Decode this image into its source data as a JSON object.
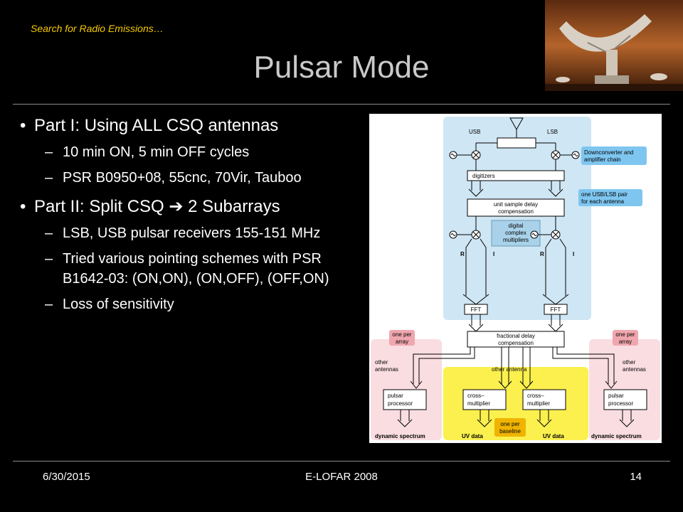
{
  "slide": {
    "kicker": "Search for Radio Emissions…",
    "title": "Pulsar Mode",
    "bullets": [
      {
        "text": "Part I: Using ALL CSQ antennas",
        "subs": [
          "10 min ON, 5 min OFF cycles",
          "PSR B0950+08, 55cnc, 70Vir, Tauboo"
        ]
      },
      {
        "text_before": "Part II: Split CSQ ",
        "arrow": "➔",
        "text_after": " 2 Subarrays",
        "subs": [
          "LSB, USB pulsar receivers 155-151 MHz",
          "Tried various pointing schemes with PSR B1642-03: (ON,ON), (ON,OFF), (OFF,ON)",
          "Loss of sensitivity"
        ]
      }
    ],
    "bullet_marker": "•",
    "dash_marker": "–"
  },
  "diagram": {
    "usb": "USB",
    "lsb": "LSB",
    "downconverter": [
      "Downconverter and",
      "amplifier chain"
    ],
    "digitizers": "digitizers",
    "usb_lsb_pair": [
      "one USB/LSB pair",
      "for each antenna"
    ],
    "delay_comp": [
      "unit sample delay",
      "compensation"
    ],
    "multipliers": [
      "digital",
      "complex",
      "multipliers"
    ],
    "r": "R",
    "i": "I",
    "fft": "FFT",
    "one_per_array": [
      "one per",
      "array"
    ],
    "fractional": [
      "fractional delay",
      "compensation"
    ],
    "other_antennas": [
      "other",
      "antennas"
    ],
    "other_antenna": "other antenna",
    "pulsar_processor": [
      "pulsar",
      "processor"
    ],
    "cross_multiplier": [
      "cross–",
      "multiplier"
    ],
    "one_per_baseline": [
      "one per",
      "baseline"
    ],
    "dynamic_spectrum": "dynamic spectrum",
    "uv_data": "UV data"
  },
  "footer": {
    "date": "6/30/2015",
    "center": "E-LOFAR 2008",
    "page": "14"
  }
}
